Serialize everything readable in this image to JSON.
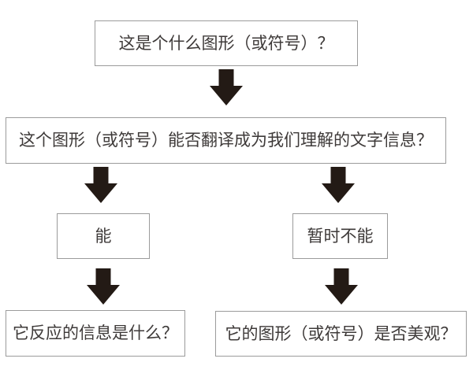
{
  "diagram": {
    "type": "flowchart",
    "colors": {
      "arrow": "#231a15",
      "box_border": "#9b9b9b",
      "text": "#3e3a39",
      "background": "#ffffff"
    },
    "nodes": {
      "q1": {
        "label": "这是个什么图形（或符号）？"
      },
      "q2": {
        "label": "这个图形（或符号）能否翻译成为我们理解的文字信息？"
      },
      "yes": {
        "label": "能"
      },
      "no": {
        "label": "暂时不能"
      },
      "q3": {
        "label": "它反应的信息是什么？"
      },
      "q4": {
        "label": "它的图形（或符号）是否美观？"
      }
    },
    "edges": [
      {
        "from": "q1",
        "to": "q2"
      },
      {
        "from": "q2",
        "to": "yes"
      },
      {
        "from": "q2",
        "to": "no"
      },
      {
        "from": "yes",
        "to": "q3"
      },
      {
        "from": "no",
        "to": "q4"
      }
    ]
  }
}
